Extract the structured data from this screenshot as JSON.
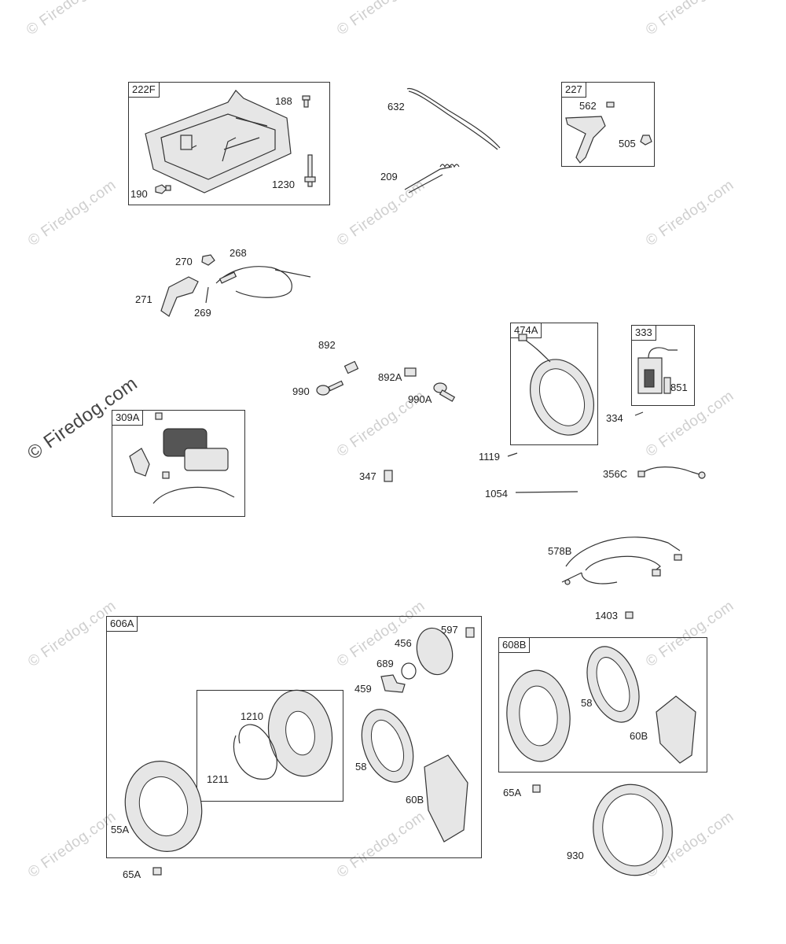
{
  "watermark": "© Firedog.com",
  "groups": {
    "g222F": "222F",
    "g227": "227",
    "g474A": "474A",
    "g333": "333",
    "g309A": "309A",
    "g606A": "606A",
    "g608B": "608B"
  },
  "parts": {
    "p188": "188",
    "p190": "190",
    "p1230": "1230",
    "p632": "632",
    "p209": "209",
    "p562": "562",
    "p505": "505",
    "p270": "270",
    "p268": "268",
    "p271": "271",
    "p269": "269",
    "p892": "892",
    "p990": "990",
    "p892A": "892A",
    "p990A": "990A",
    "p347": "347",
    "p334": "334",
    "p851": "851",
    "p1119": "1119",
    "p356C": "356C",
    "p1054": "1054",
    "p578B": "578B",
    "p1403": "1403",
    "p597": "597",
    "p456": "456",
    "p689": "689",
    "p459": "459",
    "p1210": "1210",
    "p1211": "1211",
    "p58a": "58",
    "p60Ba": "60B",
    "p55A": "55A",
    "p65Aa": "65A",
    "p58b": "58",
    "p60Bb": "60B",
    "p65Ab": "65A",
    "p930": "930"
  }
}
